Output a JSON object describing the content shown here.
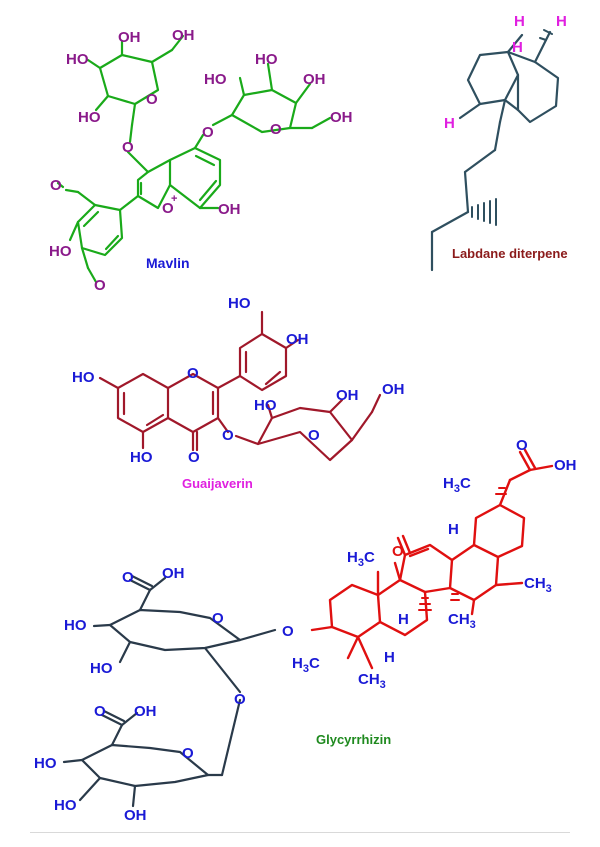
{
  "colors": {
    "mavlin_bonds": "#1aaa1a",
    "mavlin_sugar_atoms": "#8a1a8a",
    "mavlin_label": "#1a1ad6",
    "labdane_bonds": "#2f4f5f",
    "labdane_h": "#e020e0",
    "labdane_label": "#8b1a1a",
    "guaijaverin_bonds": "#a0182a",
    "guaijaverin_atoms": "#1a1ad6",
    "guaijaverin_label": "#e020e0",
    "glycyrrhizin_bonds_red": "#e01010",
    "glycyrrhizin_bonds_dark": "#2a3a4a",
    "glycyrrhizin_atoms": "#1a1ad6",
    "glycyrrhizin_label": "#1f8a1f"
  },
  "labels": {
    "mavlin": "Mavlin",
    "labdane": "Labdane diterpene",
    "guaijaverin": "Guaijaverin",
    "glycyrrhizin": "Glycyrrhizin"
  },
  "atoms": {
    "oh": "OH",
    "ho": "HO",
    "o": "O",
    "h": "H",
    "plus": "+",
    "h3c": "H3C",
    "ch3": "CH3",
    "h3c_h": "H",
    "h3c_3": "3",
    "h3c_c": "C",
    "ch3_c": "CH",
    "ch3_3": "3"
  }
}
